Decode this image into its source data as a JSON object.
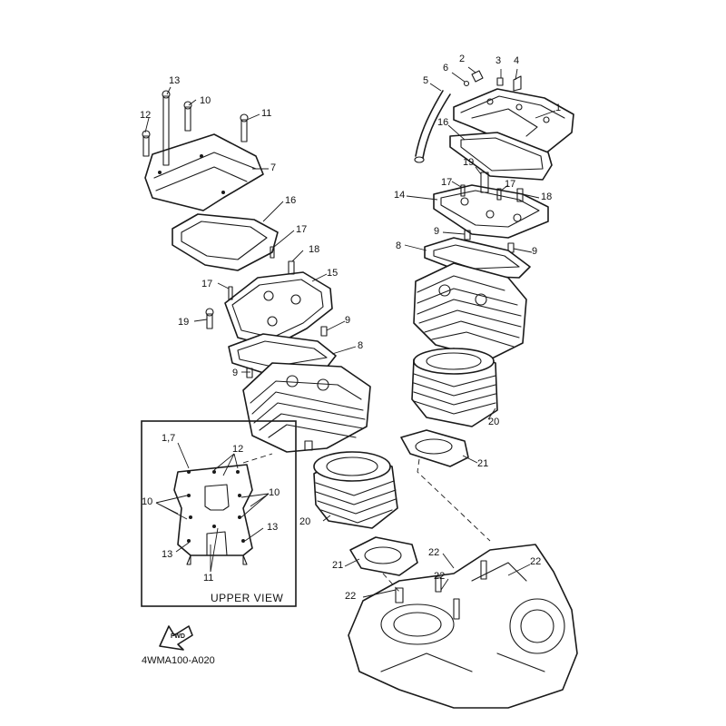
{
  "drawing_code": "4WMA100-A020",
  "inset": {
    "title": "UPPER VIEW",
    "fwd_label": "FWD"
  },
  "callouts": {
    "c1": "1",
    "c2": "2",
    "c3": "3",
    "c4": "4",
    "c5": "5",
    "c6": "6",
    "c16a": "16",
    "c19a": "19",
    "c17a": "17",
    "c17b": "17",
    "c18a": "18",
    "c14": "14",
    "c9a": "9",
    "c9b": "9",
    "c8a": "8",
    "c13a": "13",
    "c10a": "10",
    "c12a": "12",
    "c11a": "11",
    "c7": "7",
    "c16b": "16",
    "c17c": "17",
    "c18b": "18",
    "c15": "15",
    "c17d": "17",
    "c19b": "19",
    "c9c": "9",
    "c8b": "8",
    "c9d": "9",
    "c20a": "20",
    "c21a": "21",
    "c20b": "20",
    "c21b": "21",
    "c22a": "22",
    "c22b": "22",
    "c22c": "22",
    "c22d": "22",
    "i17": "1,7",
    "i12": "12",
    "i10a": "10",
    "i10b": "10",
    "i13a": "13",
    "i13b": "13",
    "i11": "11"
  }
}
